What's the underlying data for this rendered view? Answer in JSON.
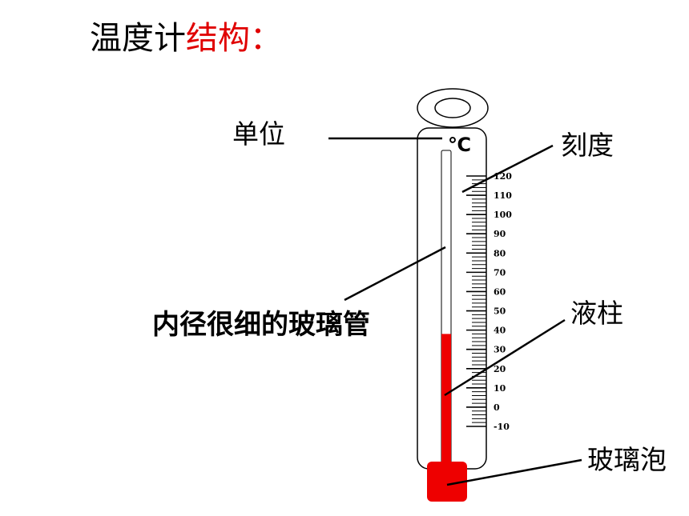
{
  "title": {
    "part1": "温度计",
    "part2": "结构",
    "part3": "：",
    "color_black": "#000000",
    "color_red": "#e00000"
  },
  "labels": {
    "unit": "单位",
    "scale": "刻度",
    "tube": "内径很细的玻璃管",
    "liquid": "液柱",
    "bulb": "玻璃泡"
  },
  "thermometer": {
    "unit_symbol": "℃",
    "scale_values": [
      "120",
      "110",
      "100",
      "90",
      "80",
      "70",
      "60",
      "50",
      "40",
      "30",
      "20",
      "10",
      "0",
      "-10"
    ],
    "scale_min": -10,
    "scale_max": 120,
    "liquid_level": 38,
    "liquid_color": "#ee0000"
  }
}
